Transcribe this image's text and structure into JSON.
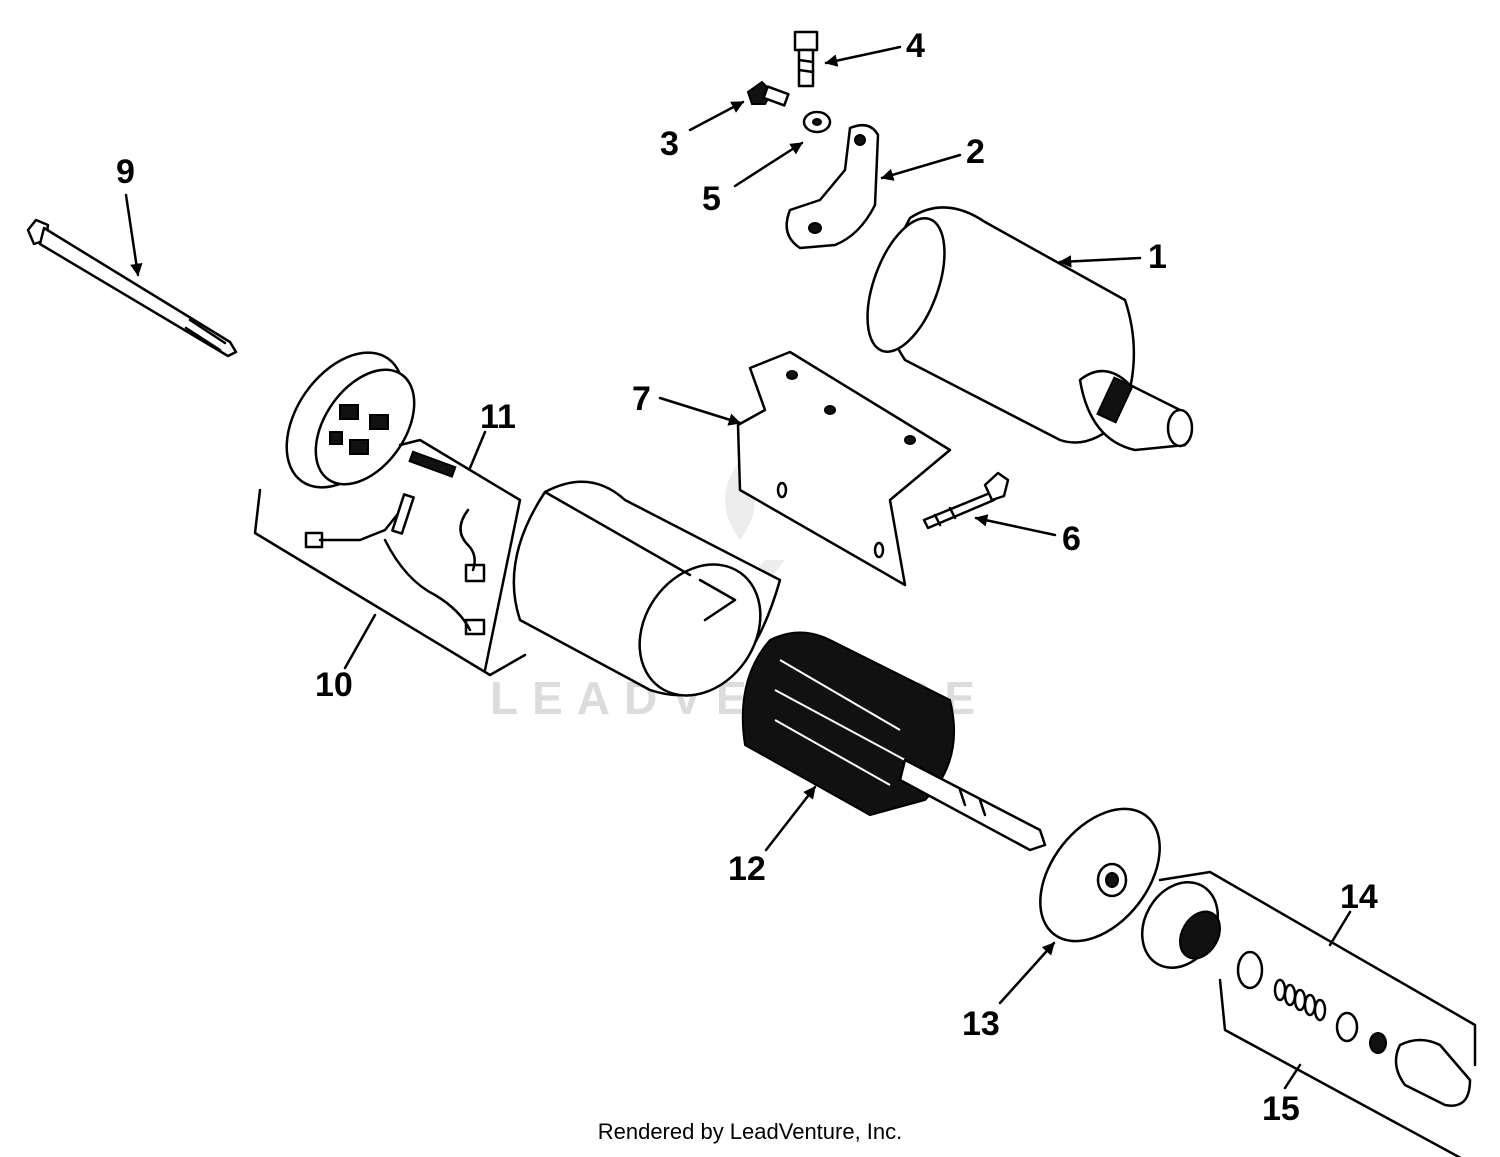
{
  "diagram": {
    "watermark_text": "LEADVENTURE",
    "footer": "Rendered by LeadVenture, Inc.",
    "part_labels": {
      "p1": "1",
      "p2": "2",
      "p3": "3",
      "p4": "4",
      "p5": "5",
      "p6": "6",
      "p7": "7",
      "p9": "9",
      "p10": "10",
      "p11": "11",
      "p12": "12",
      "p13": "13",
      "p14": "14",
      "p15": "15"
    }
  }
}
